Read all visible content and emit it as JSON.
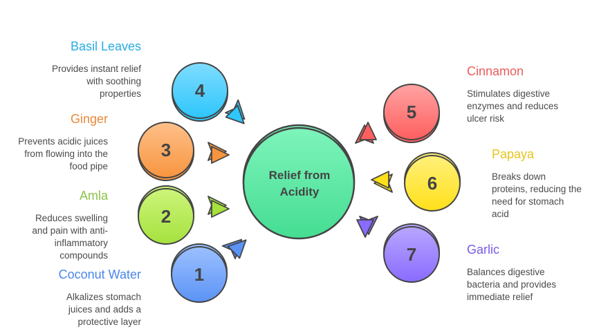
{
  "center": {
    "line1": "Relief from",
    "line2": "Acidity",
    "color_top": "#7ef4bb",
    "color_bottom": "#45dd92"
  },
  "items": [
    {
      "number": "1",
      "title": "Coconut Water",
      "desc": "Alkalizes stomach juices and adds a protective layer",
      "color": "#5b93f5",
      "title_color": "#4a86e8",
      "light": "#9cc0ff"
    },
    {
      "number": "2",
      "title": "Amla",
      "desc": "Reduces swelling and pain with anti-inflammatory compounds",
      "color": "#a6e13e",
      "title_color": "#8bc34a",
      "light": "#ccf57a"
    },
    {
      "number": "3",
      "title": "Ginger",
      "desc": "Prevents acidic juices from flowing into the food pipe",
      "color": "#f7953f",
      "title_color": "#e8893a",
      "light": "#ffc08a"
    },
    {
      "number": "4",
      "title": "Basil Leaves",
      "desc": "Provides instant relief with soothing properties",
      "color": "#2ec6fb",
      "title_color": "#29abe2",
      "light": "#7fdcff"
    },
    {
      "number": "5",
      "title": "Cinnamon",
      "desc": "Stimulates digestive enzymes and reduces ulcer risk",
      "color": "#ff5f5f",
      "title_color": "#e85c5c",
      "light": "#ffa3a3"
    },
    {
      "number": "6",
      "title": "Papaya",
      "desc": "Breaks down proteins, reducing the need for stomach acid",
      "color": "#ffe01a",
      "title_color": "#e5c51c",
      "light": "#fff07a"
    },
    {
      "number": "7",
      "title": "Garlic",
      "desc": "Balances digestive bacteria and provides immediate relief",
      "color": "#8a6bff",
      "title_color": "#7a5ae6",
      "light": "#b8a6ff"
    }
  ]
}
